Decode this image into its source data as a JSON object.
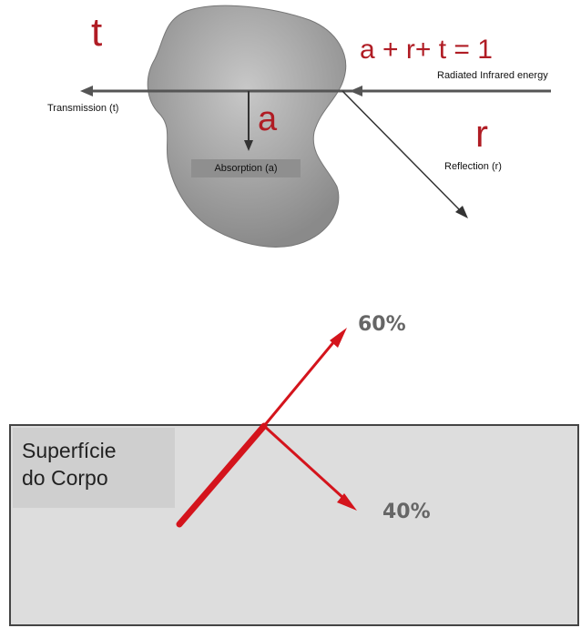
{
  "top_diagram": {
    "letter_t": "t",
    "letter_a": "a",
    "letter_r": "r",
    "equation": "a + r+ t = 1",
    "radiated_label": "Radiated Infrared energy",
    "transmission_label": "Transmission (t)",
    "absorption_label": "Absorption (a)",
    "reflection_label": "Reflection (r)"
  },
  "bottom_diagram": {
    "surface_label_line1": "Superfície",
    "surface_label_line2": "do Corpo",
    "reflected_percent": "60%",
    "absorbed_percent": "40%"
  },
  "colors": {
    "accent_red": "#d4141c",
    "text_red": "#b01c24",
    "blob_gray": "#a6a6a6",
    "body_gray": "#dddddd"
  }
}
